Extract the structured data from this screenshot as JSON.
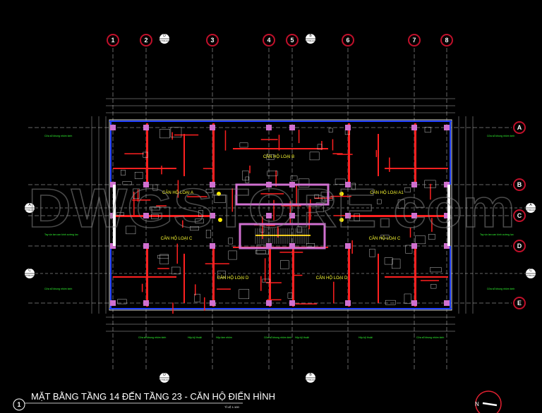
{
  "drawing": {
    "title": "MẶT BẰNG TẦNG 14 ĐẾN TẦNG 23 - CĂN HỘ ĐIỂN HÌNH",
    "title_number": "1",
    "scale": "TỈ LỆ 1:100",
    "north_label": "N",
    "watermark": "DWGSTORE.com",
    "grid_columns": [
      "1",
      "2",
      "3",
      "4",
      "5",
      "6",
      "7",
      "8"
    ],
    "grid_rows": [
      "A",
      "B",
      "C",
      "D",
      "E"
    ],
    "section_marks": [
      {
        "letter": "D",
        "ref": "KT04-02"
      },
      {
        "letter": "B",
        "ref": "KT04-02"
      },
      {
        "letter": "A",
        "ref": "KT04-02"
      },
      {
        "letter": "C",
        "ref": "KT04-02"
      }
    ],
    "rooms": [
      "CĂN HỘ LOẠI B",
      "CĂN HỘ LOẠI A",
      "CĂN HỘ LOẠI A1",
      "CĂN HỘ LOẠI C",
      "CĂN HỘ LOẠI C",
      "CĂN HỘ LOẠI D",
      "CĂN HỘ LOẠI D"
    ],
    "notes": {
      "window": "Cửa sổ khung nhôm kính",
      "railing": "Tay vịn lan can kính cường lực",
      "bottom": [
        "Cửa sổ khung nhôm kính",
        "Hộp kỹ thuật",
        "Hộp làm nhôm",
        "Cửa sổ khung nhôm kính",
        "Hộp kỹ thuật",
        "Hộp kỹ thuật",
        "Cửa sổ khung nhôm kính"
      ]
    },
    "colors": {
      "wall": "#ff2020",
      "column": "#d070d0",
      "glass": "#2040ff",
      "grid": "#cccccc",
      "text": "#ffff33",
      "note": "#33ff33",
      "bubble": "#c0102a"
    }
  }
}
